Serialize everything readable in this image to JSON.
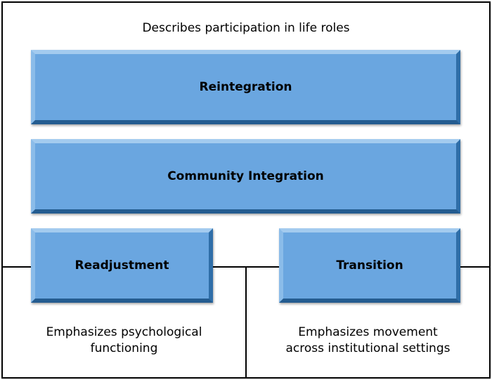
{
  "top_caption": "Describes participation in life roles",
  "boxes": {
    "reintegration": "Reintegration",
    "community_integration": "Community Integration",
    "readjustment": "Readjustment",
    "transition": "Transition"
  },
  "bottom_captions": {
    "left_line1": "Emphasizes psychological",
    "left_line2": "functioning",
    "right_line1": "Emphasizes movement",
    "right_line2": "across institutional settings"
  },
  "colors": {
    "box_fill": "#6aa6e0",
    "box_border_dark": "#245c90",
    "frame_border": "#000000"
  }
}
